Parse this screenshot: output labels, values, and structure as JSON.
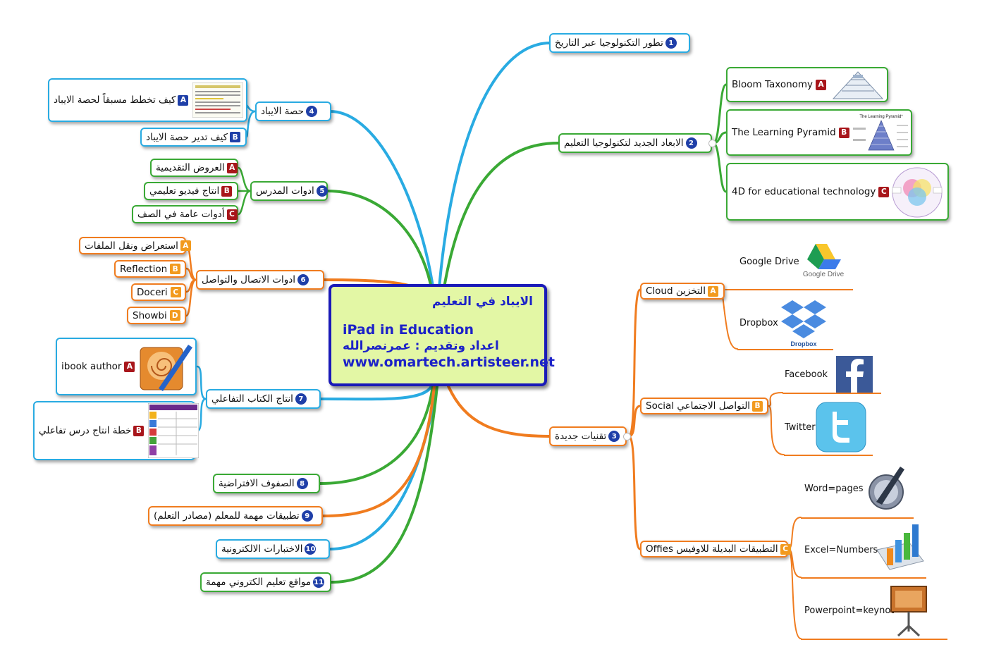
{
  "center": {
    "title_ar": "الايباد في التعليم",
    "title_en": "iPad in Education",
    "author": "اعداد وتقديم : عمرنصرالله",
    "website": "www.omartech.artisteer.net"
  },
  "branches": [
    {
      "num": "1",
      "label": "تطور التكنولوجيا عبر التاريخ"
    },
    {
      "num": "2",
      "label": "الابعاد الجديد لتكنولوجيا التعليم"
    },
    {
      "num": "3",
      "label": "تقنيات جديدة"
    },
    {
      "num": "4",
      "label": "حصة الايباد"
    },
    {
      "num": "5",
      "label": "ادوات المدرس"
    },
    {
      "num": "6",
      "label": "ادوات الاتصال والتواصل"
    },
    {
      "num": "7",
      "label": "انتاج الكتاب التفاعلي"
    },
    {
      "num": "8",
      "label": "الصفوف الافتراضية"
    },
    {
      "num": "9",
      "label": "تطبيقات مهمة للمعلم (مصادر التعلم)"
    },
    {
      "num": "10",
      "label": "الاختبارات الالكترونية"
    },
    {
      "num": "11",
      "label": "مواقع تعليم الكتروني مهمة"
    }
  ],
  "b2_children": [
    {
      "letter": "A",
      "label": "Bloom Taxonomy"
    },
    {
      "letter": "B",
      "label": "The Learning Pyramid"
    },
    {
      "letter": "C",
      "label": "4D for educational technology"
    }
  ],
  "b3_children": [
    {
      "letter": "A",
      "label": "التخزين Cloud",
      "items": [
        "Google Drive",
        "Dropbox"
      ]
    },
    {
      "letter": "B",
      "label": "التواصل الاجتماعي Social",
      "items": [
        "Facebook",
        "Twitter"
      ]
    },
    {
      "letter": "C",
      "label": "التطبيقات البديلة للاوفيس Offies",
      "items": [
        "Word=pages",
        "Excel=Numbers",
        "Powerpoint=keynot"
      ]
    }
  ],
  "b4_children": [
    {
      "letter": "A",
      "label": "كيف تخطط مسبقاً لحصة الايباد"
    },
    {
      "letter": "B",
      "label": "كيف تدير حصة الايباد"
    }
  ],
  "b5_children": [
    {
      "letter": "A",
      "label": "العروض التقديمية"
    },
    {
      "letter": "B",
      "label": "انتاج فيديو تعليمي"
    },
    {
      "letter": "C",
      "label": "أدوات عامة في الصف"
    }
  ],
  "b6_children": [
    {
      "letter": "A",
      "label": "استعراض ونقل الملفات"
    },
    {
      "letter": "B",
      "label": "Reflection"
    },
    {
      "letter": "C",
      "label": "Doceri"
    },
    {
      "letter": "D",
      "label": "Showbi"
    }
  ],
  "b7_children": [
    {
      "letter": "A",
      "label": "ibook author"
    },
    {
      "letter": "B",
      "label": "خطة انتاج درس تفاعلي"
    }
  ],
  "images": {
    "google_drive_logo": "Google Drive",
    "dropbox_logo": "Dropbox",
    "learning_pyramid_title": "The Learning Pyramid*"
  },
  "colors": {
    "blue": "#29abe2",
    "green": "#3aa935",
    "orange": "#f07c1f",
    "center_border": "#1a1ab8",
    "center_fill": "#e3f7a5",
    "badge_blue": "#1f3fa8",
    "badge_red": "#a8161b",
    "badge_orange": "#f29a1e"
  }
}
